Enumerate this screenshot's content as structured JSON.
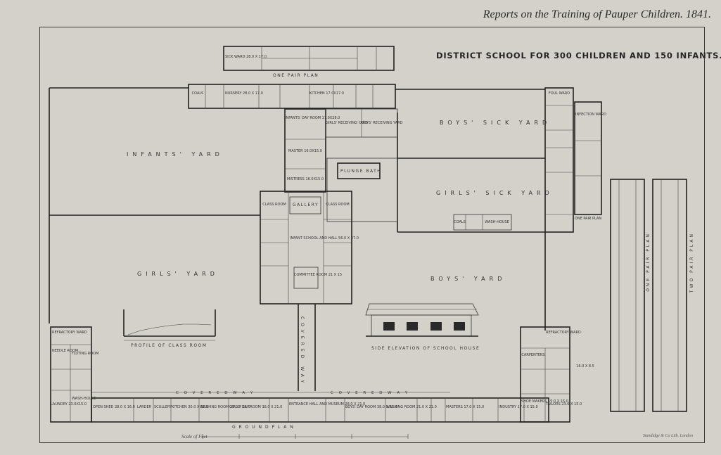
{
  "header": {
    "text": "Reports on the Training of Pauper Children. 1841."
  },
  "title": "DISTRICT SCHOOL FOR 300 CHILDREN AND 150 INFANTS.",
  "labels": {
    "one_pair_plan": "ONE  PAIR  PLAN",
    "infants_yard": "INFANTS' YARD",
    "girls_yard": "GIRLS' YARD",
    "boys_sick_yard": "BOYS' SICK YARD",
    "girls_sick_yard": "GIRLS' SICK YARD",
    "boys_yard": "BOYS' YARD",
    "plunge_bath": "PLUNGE  BATH",
    "gallery": "GALLERY",
    "infant_school": "INFANT SCHOOL AND HALL 56.0 X 37.0",
    "committee_room": "COMMITTEE ROOM 21 X 15",
    "covered_way_v": "COVERED WAY",
    "covered_way_top": "C O V E R E D       W A Y",
    "covered_way_top2": "C O V E R E D       W A Y",
    "ground_plan": "G R O U N D       P L A N",
    "profile": "PROFILE OF CLASS ROOM",
    "side_elevation": "SIDE ELEVATION OF SCHOOL HOUSE",
    "one_pair_plan_right": "ONE PAIR PLAN",
    "one_pair_plan_v": "ONE  PAIR  PLAN",
    "two_pair_plan_v": "TWO  PAIR  PLAN",
    "one_pair_plan_small": "ONE PAIR PLAN",
    "sick_ward": "SICK WARD 28.0 X 17.0",
    "nursery": "NURSERY 28.0 X 17.0",
    "kitchen_top": "KITCHEN 17.0X17.0",
    "girls_receiving": "GIRLS' RECEIVING YARD",
    "boys_receiving": "BOYS' RECEIVING YARD",
    "infants_day": "INFANTS' DAY ROOM 17.0X28.0",
    "master": "MASTER 16.0X15.0",
    "mistress": "MISTRESS 16.0X15.0",
    "class_room": "CLASS ROOM",
    "foul_ward": "FOUL WARD",
    "infection_ward": "INFECTION WARD",
    "coals": "COALS",
    "wash_house": "WASH-HOUSE",
    "laundry": "LAUNDRY 23.6X15.0",
    "needle_room": "NEEDLE ROOM",
    "fluting_room": "FLUTING ROOM",
    "open_shed": "OPEN SHED 28.0 X 16.0",
    "larder": "LARDER",
    "scullery": "SCULLERY",
    "kitchen_ground": "KITCHEN 30.0 X 21.0",
    "washing_room": "WASHING ROOM 21.0 X 21.0",
    "girls_day_room": "GIRLS' DAY ROOM 38.0 X 21.0",
    "entrance_hall": "ENTRANCE HALL AND MUSEUM 28.0 X 21.0",
    "boys_day_room": "BOYS' DAY ROOM 38.0 X 21.0",
    "washing_room2": "WASHING ROOM 21.0 X 21.0",
    "masters": "MASTERS 17.0 X 15.0",
    "industry": "INDUSTRY 17.0 X 15.0",
    "shoe_makers": "SHOE MAKERS 15.0 X 15.0",
    "tailors": "TAILORS 23.6 X 15.0",
    "carpenters": "CARPENTERS",
    "refractory": "REFRACTORY WARD",
    "dim_16ft": "16.0 X 8.5",
    "scale": "Scale of Feet",
    "litho": "Standidge & Co Lith. London"
  },
  "colors": {
    "paper": "#d4d1ca",
    "ink": "#262626"
  }
}
